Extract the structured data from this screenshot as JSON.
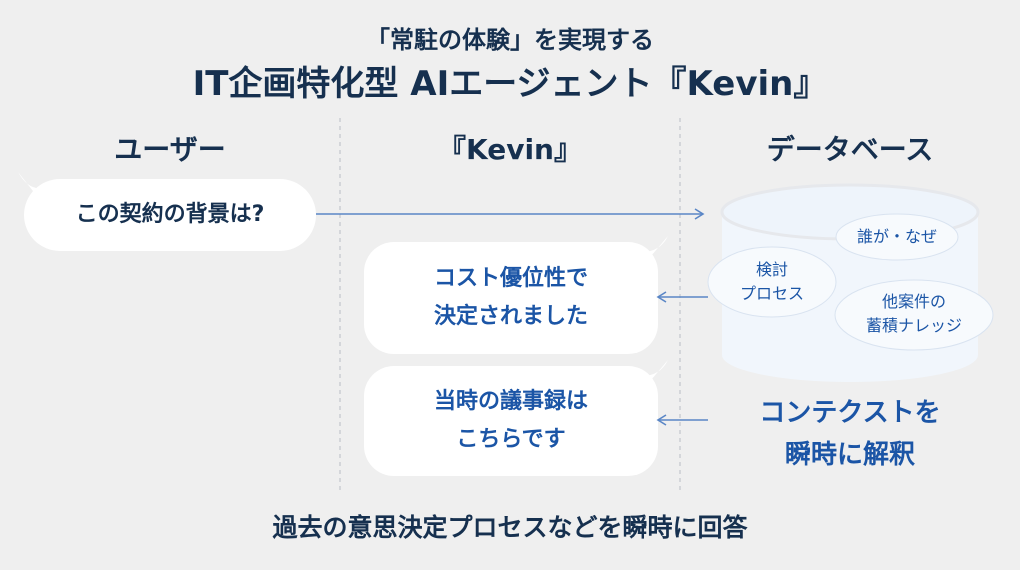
{
  "title": {
    "line1": "「常駐の体験」を実現する",
    "line2": "IT企画特化型 AIエージェント『Kevin』"
  },
  "columns": {
    "user": "ユーザー",
    "kevin": "『Kevin』",
    "database": "データベース"
  },
  "user_bubble": "この契約の背景は?",
  "kevin_bubbles": [
    {
      "line1": "コスト優位性で",
      "line2": "決定されました"
    },
    {
      "line1": "当時の議事録は",
      "line2": "こちらです"
    }
  ],
  "database_items": [
    {
      "line1": "誰が・なぜ"
    },
    {
      "line1": "検討",
      "line2": "プロセス"
    },
    {
      "line1": "他案件の",
      "line2": "蓄積ナレッジ"
    }
  ],
  "context_label": {
    "line1": "コンテクストを",
    "line2": "瞬時に解釈"
  },
  "footer": "過去の意思決定プロセスなどを瞬時に回答",
  "colors": {
    "background": "#efefef",
    "navy": "#16304f",
    "accent_blue": "#1b55a6",
    "arrow": "#5a86c6"
  }
}
